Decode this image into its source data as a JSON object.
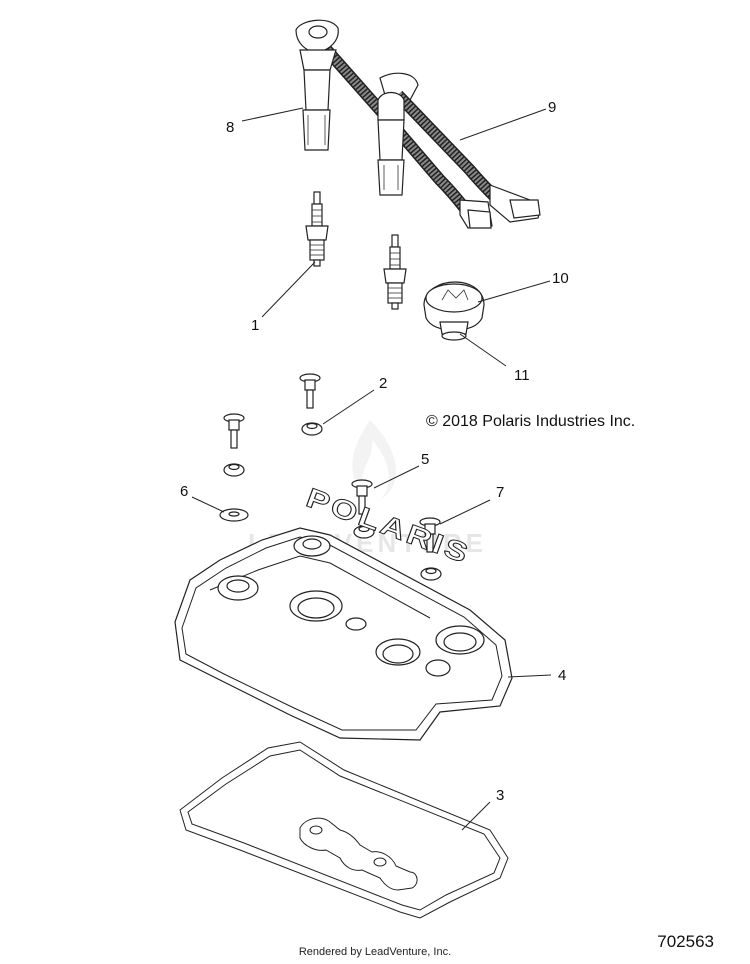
{
  "callouts": {
    "c1": "1",
    "c2": "2",
    "c3": "3",
    "c4": "4",
    "c5": "5",
    "c6": "6",
    "c7": "7",
    "c8": "8",
    "c9": "9",
    "c10": "10",
    "c11": "11"
  },
  "copyright": "© 2018 Polaris Industries Inc.",
  "cover_logo": "POLARIS",
  "watermark": "LEADVENTURE",
  "footer": "Rendered by LeadVenture, Inc.",
  "document_number": "702563"
}
